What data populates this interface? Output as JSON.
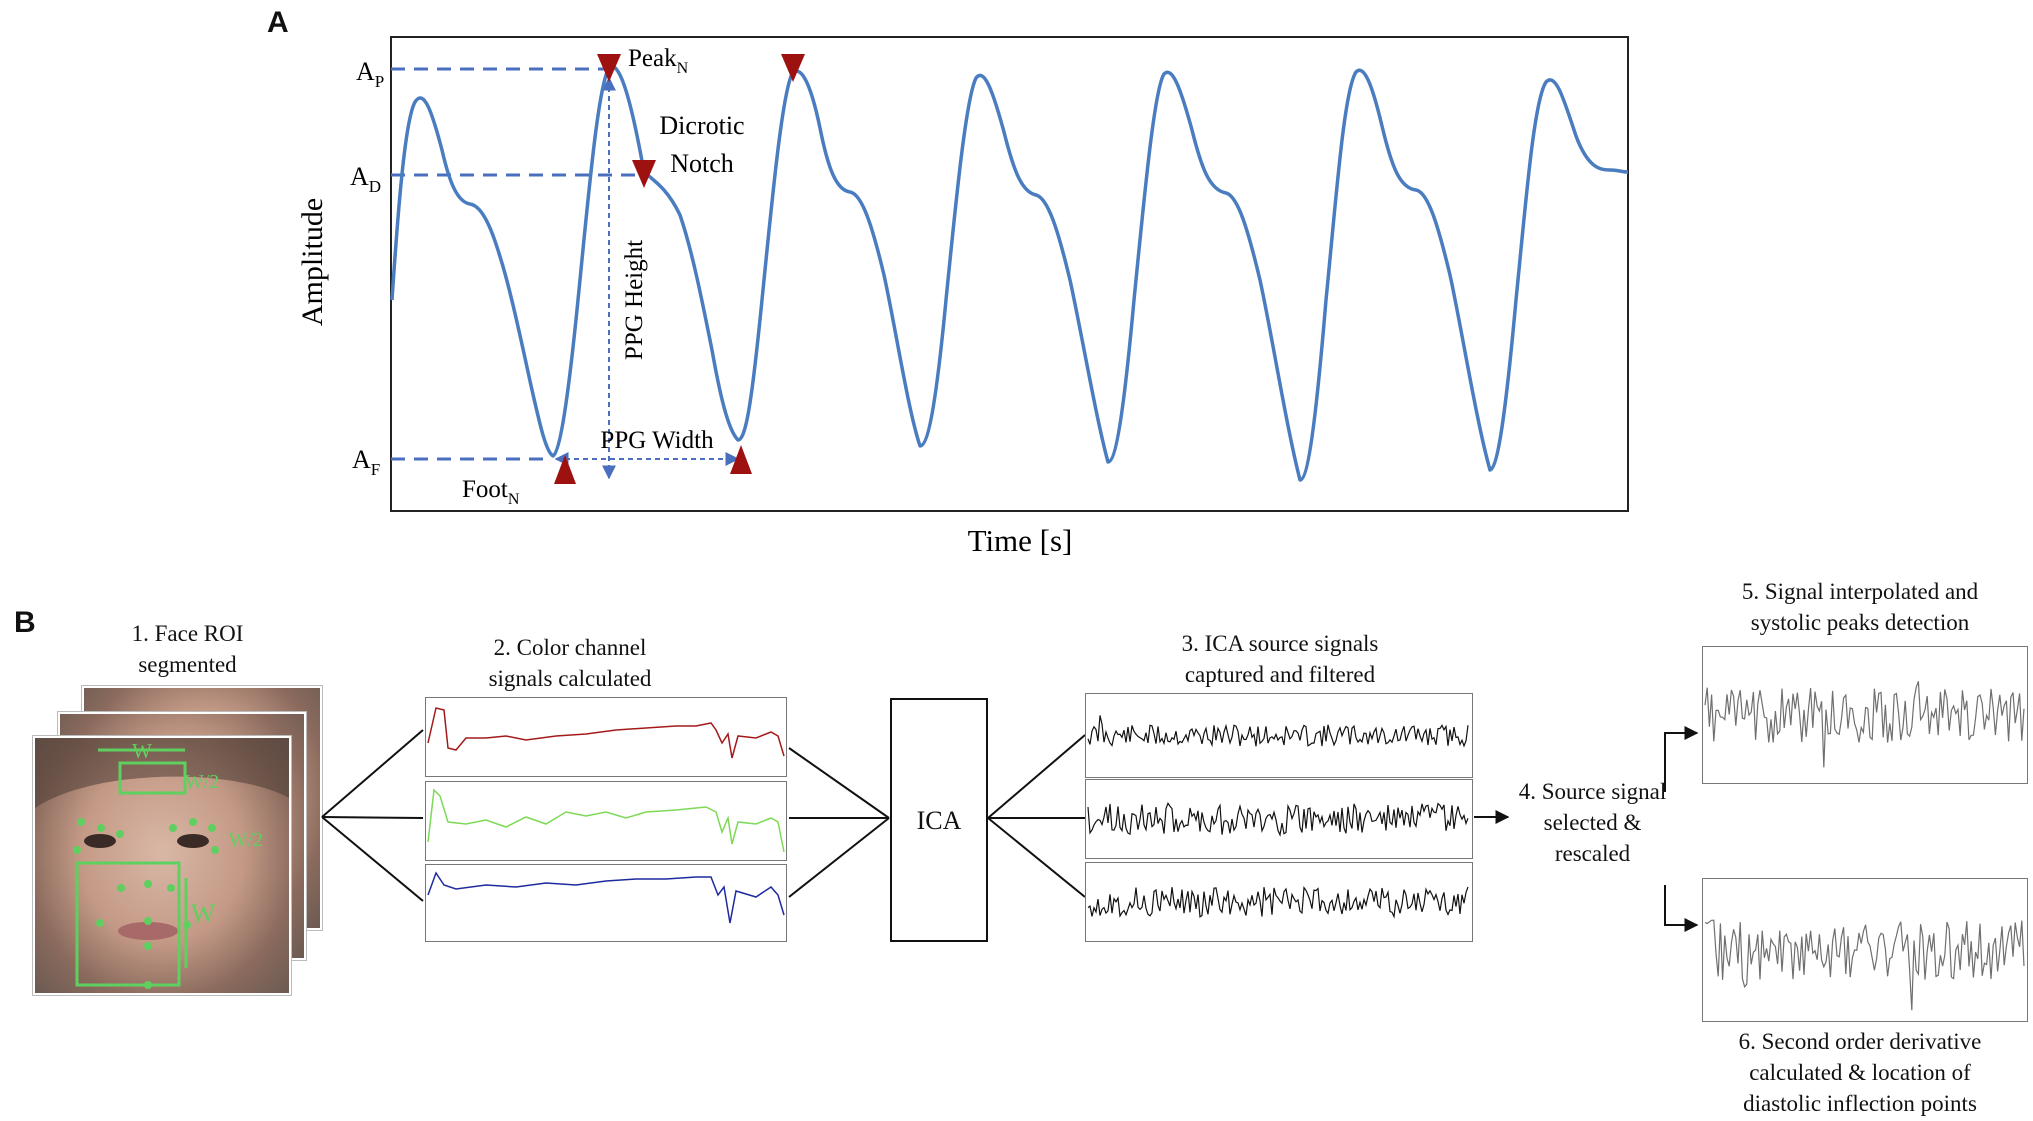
{
  "panel_a": {
    "letter": "A",
    "ylabel": "Amplitude",
    "xlabel": "Time [s]",
    "labels": {
      "ap": "A",
      "ap_sub": "P",
      "ad": "A",
      "ad_sub": "D",
      "af": "A",
      "af_sub": "F",
      "peak": "Peak",
      "peak_sub": "N",
      "foot": "Foot",
      "foot_sub": "N",
      "dicrotic_line1": "Dicrotic",
      "dicrotic_line2": "Notch",
      "ppg_height": "PPG Height",
      "ppg_width": "PPG Width"
    },
    "colors": {
      "signal": "#4a7cc0",
      "marker": "#9e1111",
      "guide": "#4a6fbf"
    }
  },
  "panel_b": {
    "letter": "B",
    "step1": {
      "line1": "1. Face ROI",
      "line2": "segmented"
    },
    "roi": {
      "w": "W",
      "w_half_1": "W/2",
      "w_half_2": "W/2",
      "w_big": "W"
    },
    "step2": {
      "line1": "2. Color channel",
      "line2": "signals calculated"
    },
    "ica_label": "ICA",
    "step3": {
      "line1": "3. ICA source signals",
      "line2": "captured and filtered"
    },
    "step4": {
      "line1": "4. Source signal",
      "line2": "selected &",
      "line3": "rescaled"
    },
    "step5": {
      "line1": "5. Signal interpolated and",
      "line2": "systolic peaks detection"
    },
    "step6": {
      "line1": "6. Second order derivative",
      "line2": "calculated & location of",
      "line3": "diastolic inflection points"
    },
    "channel_colors": {
      "red": "#a41a1a",
      "green": "#7ed957",
      "blue": "#1f2a9e",
      "black": "#111111",
      "gray": "#6f6f6f",
      "roi": "#5fd05f"
    }
  }
}
